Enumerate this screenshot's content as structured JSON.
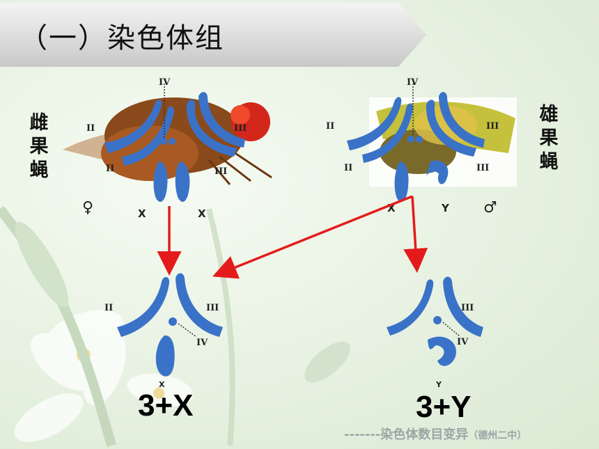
{
  "title": "（一）染色体组",
  "female_label": "雌果蝇",
  "male_label": "雄果蝇",
  "female_chromosomes": {
    "ii_left": "II",
    "iii_right": "III",
    "ii_lower": "II",
    "iii_lower": "III",
    "iv": "IV",
    "sex_symbol": "♀",
    "x_left": "X",
    "x_right": "X"
  },
  "male_chromosomes": {
    "ii_left": "II",
    "iii_right": "III",
    "ii_lower": "II",
    "iii_lower": "III",
    "iv": "IV",
    "sex_symbol": "♂",
    "x": "X",
    "y": "Y"
  },
  "gamete_left": {
    "ii": "II",
    "iii": "III",
    "iv": "IV",
    "sex": "X",
    "formula": "3+X"
  },
  "gamete_right": {
    "iii": "III",
    "iv": "IV",
    "sex": "Y",
    "formula": "3+Y"
  },
  "footer": {
    "dashes": "-------",
    "main": "染色体数目变异",
    "school": "（德州二中）"
  },
  "colors": {
    "chromosome": "#3a72c8",
    "arrow": "#e41b1b",
    "title_bar": "#d8d8d8",
    "fly_female": "#8a4a1c",
    "fly_male": "#b8b43a"
  }
}
